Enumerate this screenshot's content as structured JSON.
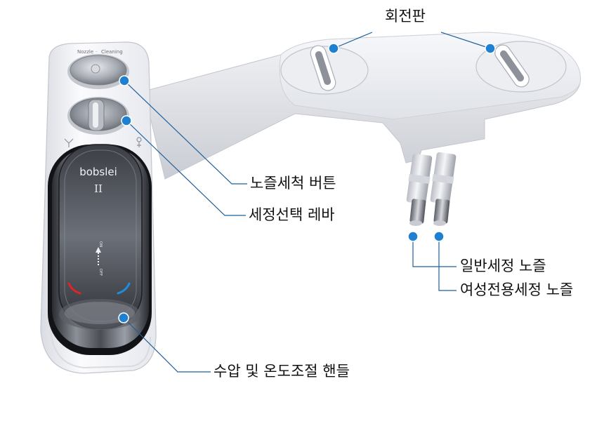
{
  "product": {
    "brand": "bobslei",
    "model": "II",
    "button_caption_left": "Nozzle",
    "button_caption_sep": "·",
    "button_caption_right": "Cleaning",
    "handle_on": "ON",
    "handle_off": "OFF"
  },
  "callouts": {
    "rotating_plate": "회전판",
    "nozzle_clean_button": "노즐세척 버튼",
    "wash_select_lever": "세정선택 레바",
    "general_nozzle": "일반세정 노즐",
    "feminine_nozzle": "여성전용세정 노즐",
    "pressure_temp_handle": "수압 및 온도조절 핸들"
  },
  "colors": {
    "callout_dot": "#1f7fd1",
    "callout_line": "#1f5f9a",
    "hot": "#e0242a",
    "cold": "#1e8ee0"
  }
}
